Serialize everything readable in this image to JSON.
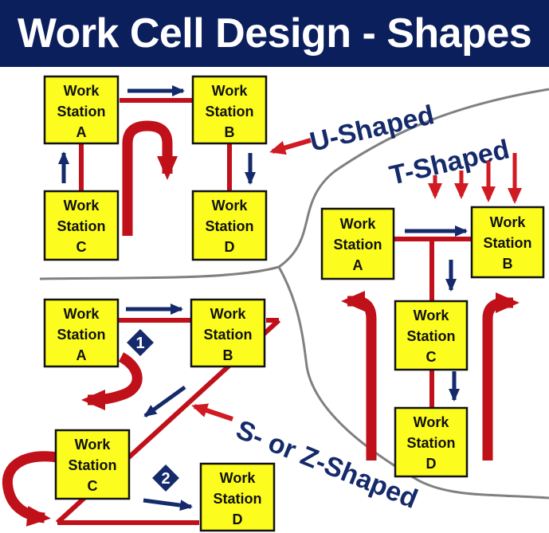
{
  "title": "Work Cell Design - Shapes",
  "station": {
    "line1": "Work",
    "line2": "Station"
  },
  "layouts": {
    "u": {
      "label": "U-Shaped",
      "stations": [
        "A",
        "B",
        "C",
        "D"
      ]
    },
    "t": {
      "label": "T-Shaped",
      "stations": [
        "A",
        "B",
        "C",
        "D"
      ]
    },
    "s": {
      "label": "S- or Z-Shaped",
      "stations": [
        "A",
        "B",
        "C",
        "D"
      ],
      "steps": [
        "1",
        "2"
      ]
    }
  },
  "colors": {
    "title_bar": "#0b1f5c",
    "station_fill": "#fcfc1e",
    "flow_red": "#c0101a",
    "flow_blue": "#142a6b",
    "divider": "#808080"
  }
}
